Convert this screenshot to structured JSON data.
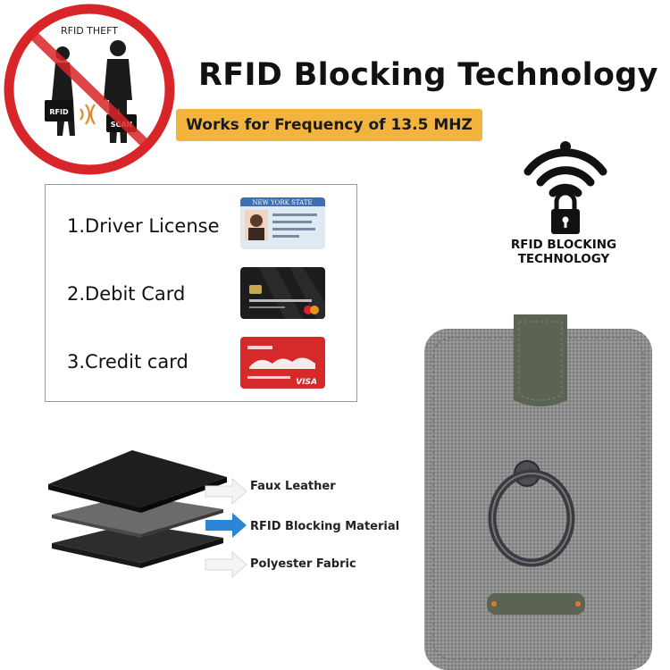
{
  "theft_sign": {
    "caption": "RFID THEFT",
    "tag_rfid": "RFID",
    "tag_scan": "SCAN"
  },
  "headline": "RFID Blocking Technology",
  "frequency_banner": "Works for Frequency of 13.5 MHZ",
  "cards": [
    {
      "label": "1.Driver License",
      "thumb_heading": "NEW YORK STATE"
    },
    {
      "label": "2.Debit Card"
    },
    {
      "label": "3.Credit card",
      "thumb_brand": "VISA"
    }
  ],
  "rfid_badge": {
    "line1": "RFID BLOCKING",
    "line2": "TECHNOLOGY"
  },
  "layers": [
    {
      "label": "Faux Leather"
    },
    {
      "label": "RFID Blocking Material"
    },
    {
      "label": "Polyester Fabric"
    }
  ],
  "colors": {
    "banner": "#f3b43e",
    "sign_red": "#d8252a",
    "arrow_blue": "#2a86d6",
    "fabric_gray": "#8a8a8a",
    "leather_green": "#5b6452"
  }
}
